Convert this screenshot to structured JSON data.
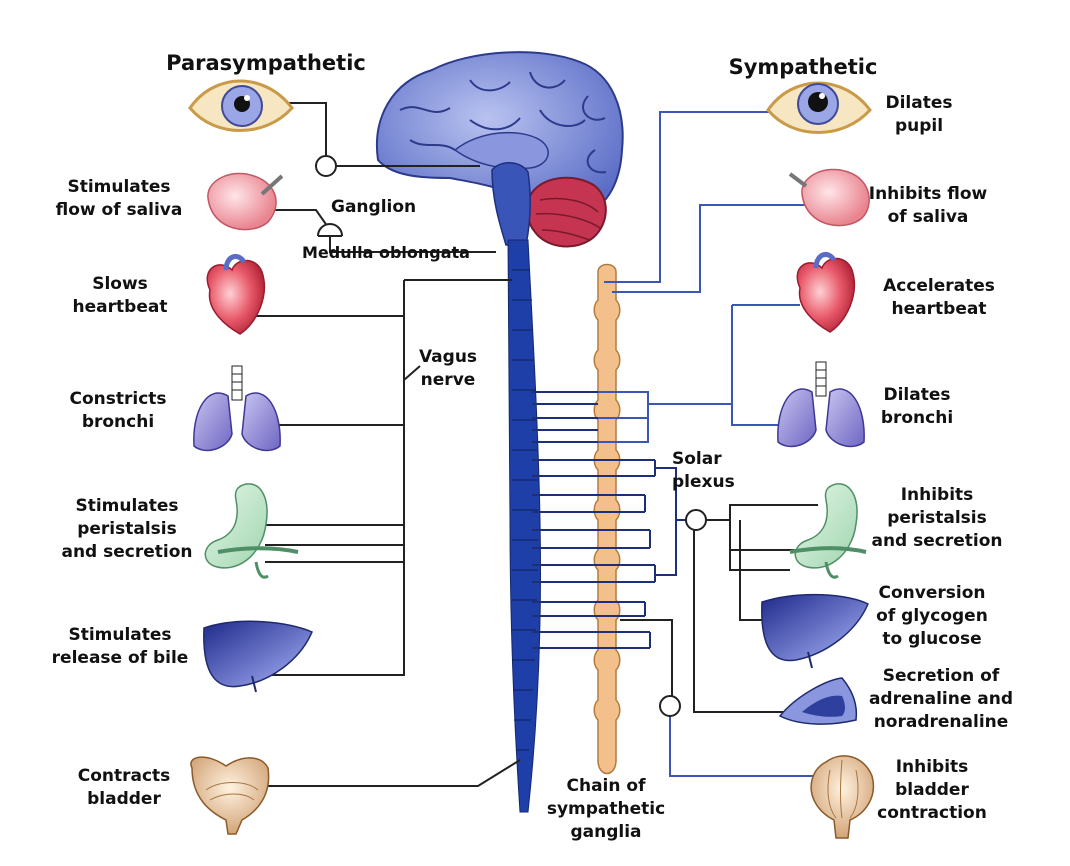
{
  "headers": {
    "left": "Parasympathetic",
    "right": "Sympathetic"
  },
  "center_labels": {
    "ganglion": "Ganglion",
    "medulla": "Medulla oblongata",
    "vagus": [
      "Vagus",
      "nerve"
    ],
    "solar_plexus": [
      "Solar",
      "plexus"
    ],
    "chain": [
      "Chain of",
      "sympathetic",
      "ganglia"
    ]
  },
  "parasympathetic": [
    {
      "organ": "eye",
      "effect": []
    },
    {
      "organ": "salivary-gland",
      "effect": [
        "Stimulates",
        "flow of saliva"
      ]
    },
    {
      "organ": "heart",
      "effect": [
        "Slows",
        "heartbeat"
      ]
    },
    {
      "organ": "lungs",
      "effect": [
        "Constricts",
        "bronchi"
      ]
    },
    {
      "organ": "stomach",
      "effect": [
        "Stimulates",
        "peristalsis",
        "and secretion"
      ]
    },
    {
      "organ": "liver",
      "effect": [
        "Stimulates",
        "release of bile"
      ]
    },
    {
      "organ": "bladder",
      "effect": [
        "Contracts",
        "bladder"
      ]
    }
  ],
  "sympathetic": [
    {
      "organ": "eye",
      "effect": [
        "Dilates",
        "pupil"
      ]
    },
    {
      "organ": "salivary-gland",
      "effect": [
        "Inhibits flow",
        "of saliva"
      ]
    },
    {
      "organ": "heart",
      "effect": [
        "Accelerates",
        "heartbeat"
      ]
    },
    {
      "organ": "lungs",
      "effect": [
        "Dilates",
        "bronchi"
      ]
    },
    {
      "organ": "stomach",
      "effect": [
        "Inhibits",
        "peristalsis",
        "and secretion"
      ]
    },
    {
      "organ": "liver",
      "effect": [
        "Conversion",
        "of glycogen",
        "to glucose"
      ]
    },
    {
      "organ": "adrenal-gland",
      "effect": [
        "Secretion of",
        "adrenaline and",
        "noradrenaline"
      ]
    },
    {
      "organ": "bladder",
      "effect": [
        "Inhibits",
        "bladder",
        "contraction"
      ]
    }
  ],
  "colors": {
    "brain": "#6f7fd2",
    "cerebellum": "#c0304a",
    "spinal_cord": "#1f3fa8",
    "chain": "#f1c08e",
    "parasympathetic_line": "#222222",
    "sympathetic_line": "#3a57b5"
  }
}
